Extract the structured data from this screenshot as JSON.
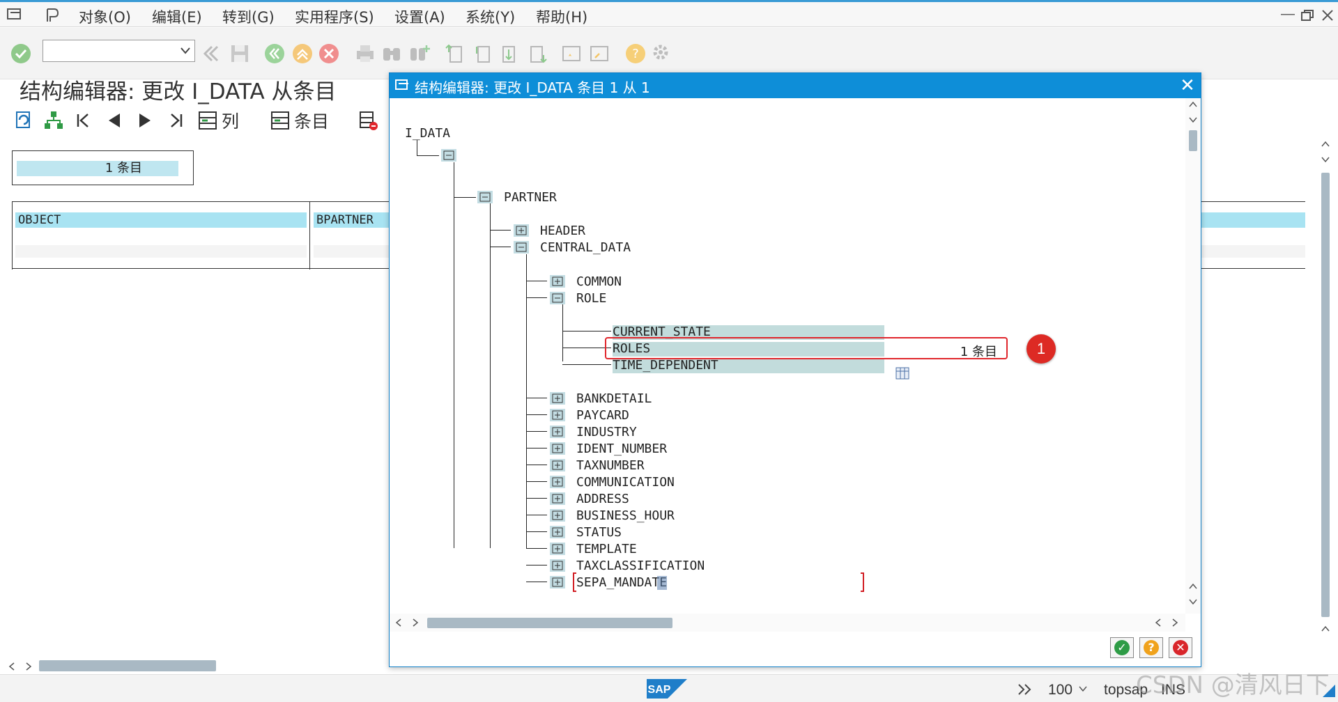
{
  "menu": [
    "对象(O)",
    "编辑(E)",
    "转到(G)",
    "实用程序(S)",
    "设置(A)",
    "系统(Y)",
    "帮助(H)"
  ],
  "page_title": "结构编辑器: 更改 I_DATA 从条目",
  "app_toolbar": {
    "columns_label": "列",
    "entries_label": "条目"
  },
  "entry_count": "1 条目",
  "table_headers": [
    "OBJECT",
    "BPARTNER"
  ],
  "dialog": {
    "title": "结构编辑器: 更改 I_DATA 条目 1 从 1",
    "root": "I_DATA",
    "nodes": {
      "partner": "PARTNER",
      "header": "HEADER",
      "central_data": "CENTRAL_DATA",
      "common": "COMMON",
      "role": "ROLE",
      "current_state": "CURRENT_STATE",
      "roles": "ROLES",
      "time_dependent": "TIME_DEPENDENT",
      "bankdetail": "BANKDETAIL",
      "paycard": "PAYCARD",
      "industry": "INDUSTRY",
      "ident_number": "IDENT_NUMBER",
      "taxnumber": "TAXNUMBER",
      "communication": "COMMUNICATION",
      "address": "ADDRESS",
      "business_hour": "BUSINESS_HOUR",
      "status": "STATUS",
      "template": "TEMPLATE",
      "taxclassification": "TAXCLASSIFICATION",
      "sepa_mandate": "SEPA_MANDATE"
    },
    "roles_count": "1 条目"
  },
  "annotation_badge": "1",
  "status_bar": {
    "zoom": "100",
    "server": "topsap",
    "mode": "INS"
  },
  "sap_logo": "SAP",
  "watermark": "CSDN @清风日下"
}
